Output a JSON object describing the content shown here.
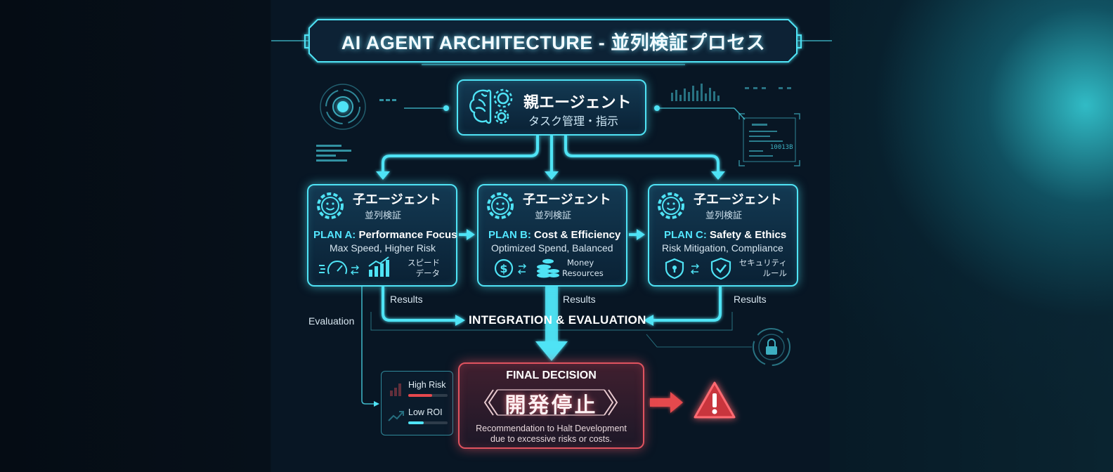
{
  "title": "AI AGENT ARCHITECTURE - 並列検証プロセス",
  "parent_agent": {
    "title": "親エージェント",
    "subtitle": "タスク管理・指示",
    "icon": "brain-gears-icon"
  },
  "children": [
    {
      "title": "子エージェント",
      "subtitle": "並列検証",
      "plan_key": "PLAN A:",
      "plan_name": "Performance Focus",
      "description": "Max Speed, Higher Risk",
      "mini_labels": [
        "スピード",
        "データ"
      ],
      "icons": [
        "speedometer-icon",
        "growth-chart-icon"
      ]
    },
    {
      "title": "子エージェント",
      "subtitle": "並列検証",
      "plan_key": "PLAN B:",
      "plan_name": "Cost & Efficiency",
      "description": "Optimized Spend, Balanced",
      "mini_labels": [
        "Money",
        "Resources"
      ],
      "icons": [
        "dollar-coin-icon",
        "coin-stack-icon"
      ]
    },
    {
      "title": "子エージェント",
      "subtitle": "並列検証",
      "plan_key": "PLAN C:",
      "plan_name": "Safety & Ethics",
      "description": "Risk Mitigation, Compliance",
      "mini_labels": [
        "セキュリティ",
        "ルール"
      ],
      "icons": [
        "lock-shield-icon",
        "check-shield-icon"
      ]
    }
  ],
  "flow": {
    "results_label": "Results",
    "evaluation_label": "Evaluation",
    "integration_label": "INTEGRATION & EVALUATION"
  },
  "final": {
    "title": "FINAL DECISION",
    "decision": "開発停止",
    "recommendation_line1": "Recommendation to Halt Development",
    "recommendation_line2": "due to excessive risks or costs."
  },
  "metrics": [
    {
      "label": "High Risk",
      "level": 0.6,
      "color": "#e5484d"
    },
    {
      "label": "Low ROI",
      "level": 0.4,
      "color": "#4fe3f5"
    }
  ],
  "hud": {
    "code_readout": "10013B"
  },
  "colors": {
    "accent": "#4fe3f5",
    "danger": "#e5484d",
    "background": "#081624"
  }
}
